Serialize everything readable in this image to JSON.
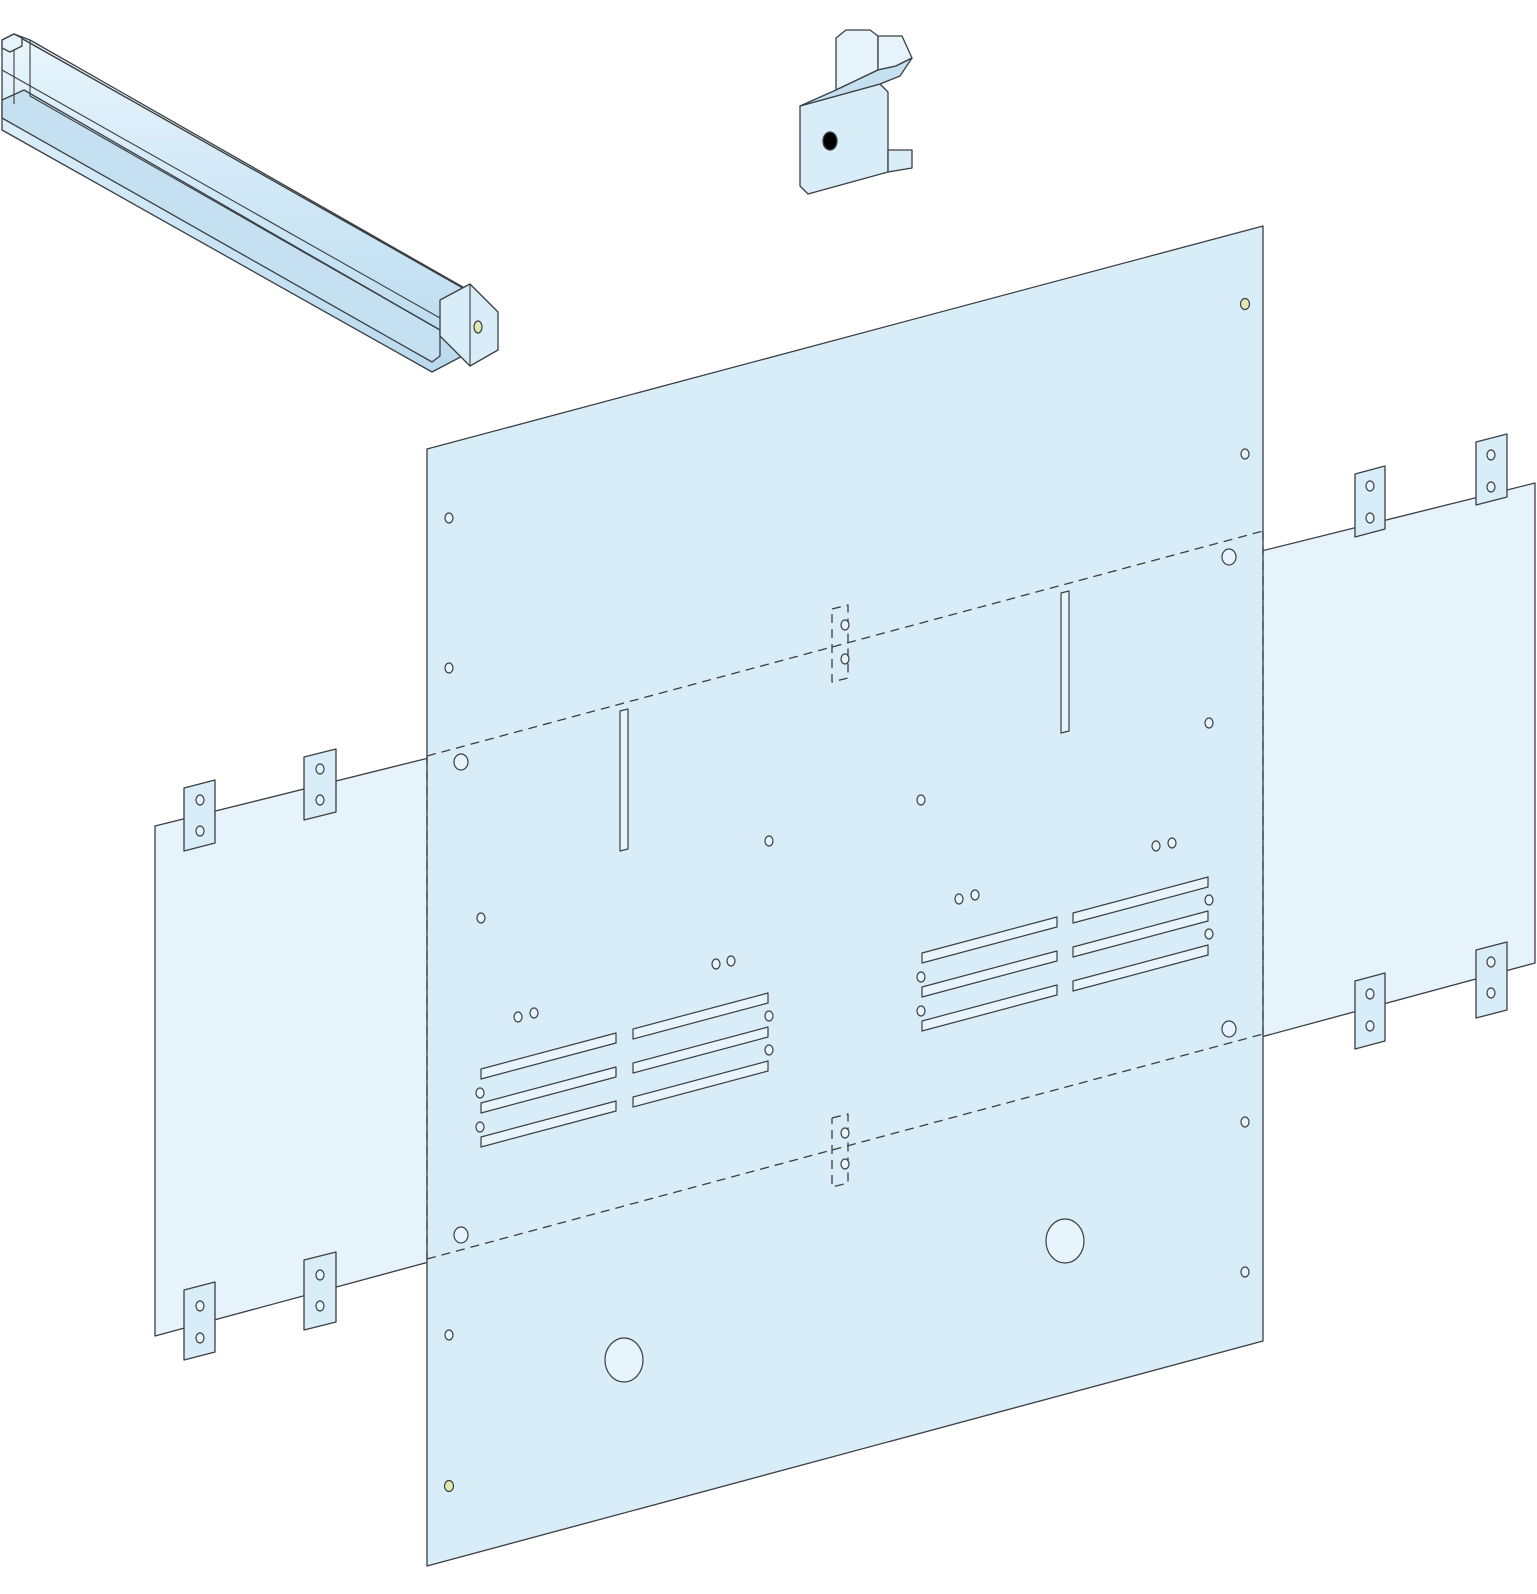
{
  "diagram": {
    "type": "exploded-assembly-illustration",
    "colors": {
      "part_fill": "#d9edf8",
      "part_fill_light": "#e6f3fb",
      "part_fill_dark": "#c4e0f1",
      "outline": "#3b3f42",
      "hole_highlight": "#dfe8b0",
      "background": "#ffffff"
    },
    "parts": [
      "rail",
      "bracket",
      "main-mounting-plate",
      "rear-mounting-plate"
    ]
  }
}
